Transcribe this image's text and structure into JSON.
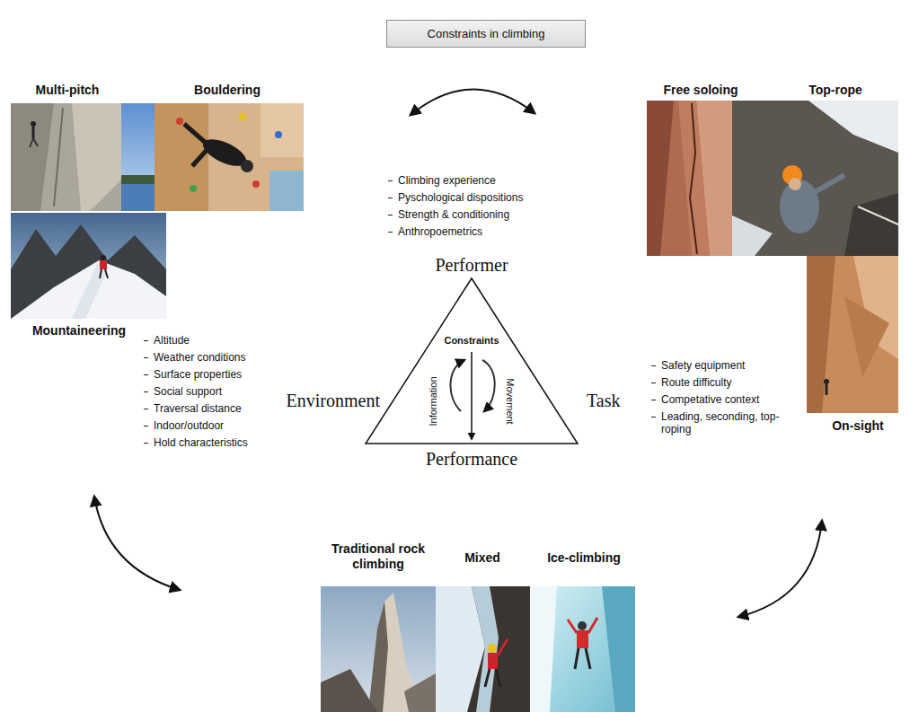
{
  "diagram": {
    "title": "Constraints in climbing",
    "nodes": [
      {
        "text": [
          "Constraints",
          "Information",
          "Movement"
        ]
      }
    ],
    "labels": [
      "Multi-pitch",
      "Bouldering",
      "Mountaineering",
      "Free soloing",
      "Top-rope",
      "On-sight",
      "Traditional rock climbing",
      "Mixed",
      "Ice-climbing",
      "Climbing experience",
      "Pyschological dispositions",
      "Strength & conditioning",
      "Anthropoemetrics",
      "Performer",
      "Altitude",
      "Weather conditions",
      "Surface properties",
      "Social support",
      "Traversal distance",
      "Indoor/outdoor",
      "Hold characteristics",
      "Environment",
      "Task",
      "Safety equipment",
      "Route difficulty",
      "Competative context",
      "Leading, seconding, top-roping",
      "Performance"
    ]
  }
}
